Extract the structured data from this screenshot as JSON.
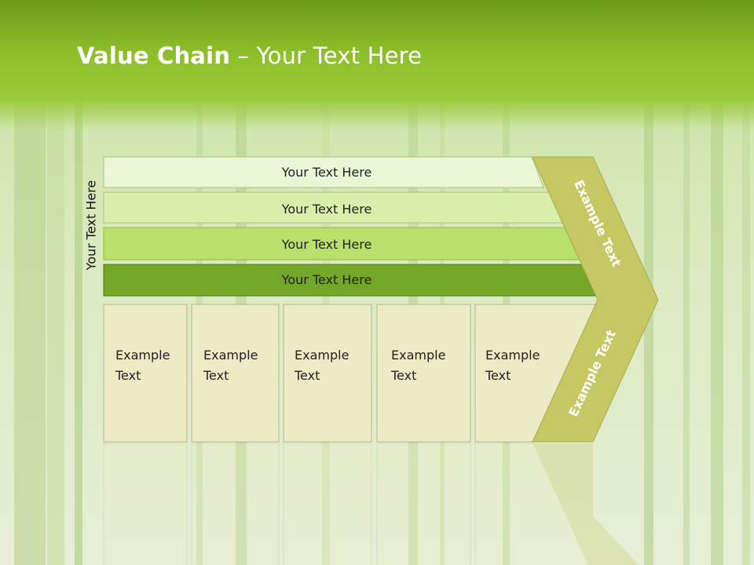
{
  "title": {
    "bold": "Value Chain",
    "rest": " – Your Text Here"
  },
  "side_label": "Your Text Here",
  "bars": [
    {
      "label": "Your Text Here",
      "color": "#eaf6d6"
    },
    {
      "label": "Your Text Here",
      "color": "#d8f0ac"
    },
    {
      "label": "Your Text Here",
      "color": "#b8e06a"
    },
    {
      "label": "Your Text Here",
      "color": "#74a628"
    }
  ],
  "boxes": [
    {
      "line1": "Example",
      "line2": "Text"
    },
    {
      "line1": "Example",
      "line2": "Text"
    },
    {
      "line1": "Example",
      "line2": "Text"
    },
    {
      "line1": "Example",
      "line2": "Text"
    },
    {
      "line1": "Example",
      "line2": "Text"
    }
  ],
  "chevron": {
    "upper": "Example Text",
    "lower": "Example Text",
    "color": "#c6c864"
  },
  "colors": {
    "header_green": "#8cc02a",
    "box_fill": "#ecebc6",
    "box_border": "#b7b58a"
  }
}
